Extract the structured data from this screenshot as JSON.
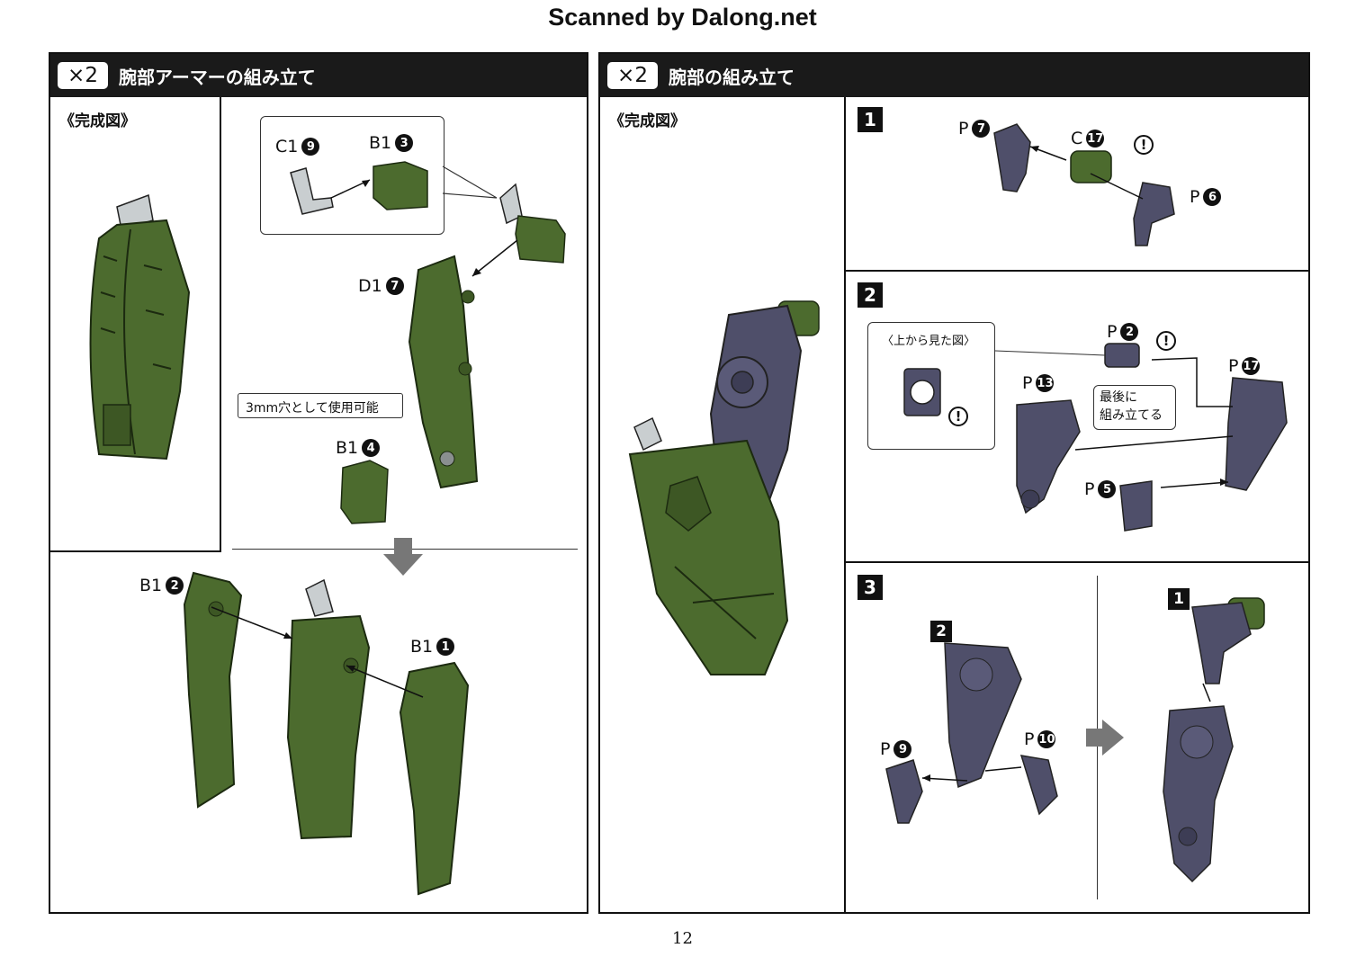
{
  "header": {
    "scan_credit": "Scanned by Dalong.net"
  },
  "left_panel": {
    "multiplier": "×2",
    "title": "腕部アーマーの組み立て",
    "completed_label": "《完成図》",
    "note": "3mm穴として使用可能",
    "parts": {
      "c1_9": {
        "runner": "C1",
        "num": "9"
      },
      "b1_3": {
        "runner": "B1",
        "num": "3"
      },
      "d1_7": {
        "runner": "D1",
        "num": "7"
      },
      "b1_4": {
        "runner": "B1",
        "num": "4"
      },
      "b1_2": {
        "runner": "B1",
        "num": "2"
      },
      "b1_1": {
        "runner": "B1",
        "num": "1"
      }
    }
  },
  "right_panel": {
    "multiplier": "×2",
    "title": "腕部の組み立て",
    "completed_label": "《完成図》",
    "steps": {
      "s1": {
        "num": "1"
      },
      "s2": {
        "num": "2"
      },
      "s3": {
        "num": "3"
      }
    },
    "step1_parts": {
      "p7": {
        "runner": "P",
        "num": "7"
      },
      "c17": {
        "runner": "C",
        "num": "17"
      },
      "p6": {
        "runner": "P",
        "num": "6"
      }
    },
    "step2": {
      "view_from_top": "〈上から見た図〉",
      "last_assemble": "最後に\n組み立てる",
      "p2": {
        "runner": "P",
        "num": "2"
      },
      "p13": {
        "runner": "P",
        "num": "13"
      },
      "p17": {
        "runner": "P",
        "num": "17"
      },
      "p5": {
        "runner": "P",
        "num": "5"
      }
    },
    "step3": {
      "ref2": "2",
      "ref1": "1",
      "p9": {
        "runner": "P",
        "num": "9"
      },
      "p10": {
        "runner": "P",
        "num": "10"
      }
    },
    "caution_mark": "!"
  },
  "footer": {
    "page_number": "12"
  },
  "colors": {
    "armor_green": "#4c6b2e",
    "frame_purple": "#4f4f6a",
    "light_gray_part": "#c9ced0",
    "header_black": "#1a1a1a"
  }
}
